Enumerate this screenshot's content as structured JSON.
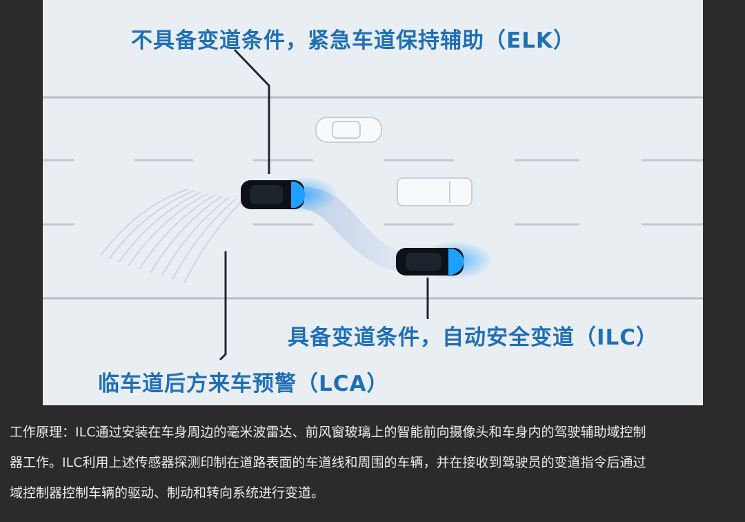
{
  "diagram": {
    "labels": {
      "elk": "不具备变道条件，紧急车道保持辅助（ELK）",
      "ilc": "具备变道条件，自动安全变道（ILC）",
      "lca": "临车道后方来车预警（LCA）"
    },
    "colors": {
      "label": "#1f6fb5",
      "road": "#e9eef3",
      "car_accent": "#1ea0ff",
      "background": "#2b2b2b"
    }
  },
  "caption": {
    "lines": [
      "工作原理：ILC通过安装在车身周边的毫米波雷达、前风窗玻璃上的智能前向摄像头和车身内的驾驶辅助域控制",
      "器工作。ILC利用上述传感器探测印制在道路表面的车道线和周围的车辆，并在接收到驾驶员的变道指令后通过",
      "域控制器控制车辆的驱动、制动和转向系统进行变道。"
    ]
  }
}
